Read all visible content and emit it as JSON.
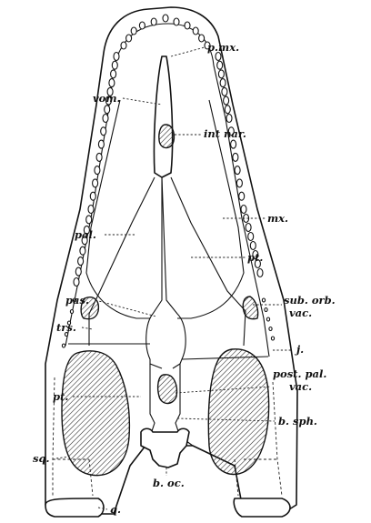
{
  "labels": {
    "pmx": "p.mx.",
    "vom": "vom.",
    "int_nar": "int nar.",
    "mx": "mx.",
    "pal": "pal.",
    "pt_right": "pt.",
    "pas": "pas.",
    "sub_orb": "sub. orb.",
    "sub_orb_vac": "vac.",
    "trs": "trs.",
    "j": "j.",
    "post_pal": "post. pal.",
    "post_pal_vac": "vac.",
    "pt_left": "pt.",
    "b_sph": "b. sph.",
    "sq": "sq.",
    "b_oc": "b. oc.",
    "q": "q."
  }
}
